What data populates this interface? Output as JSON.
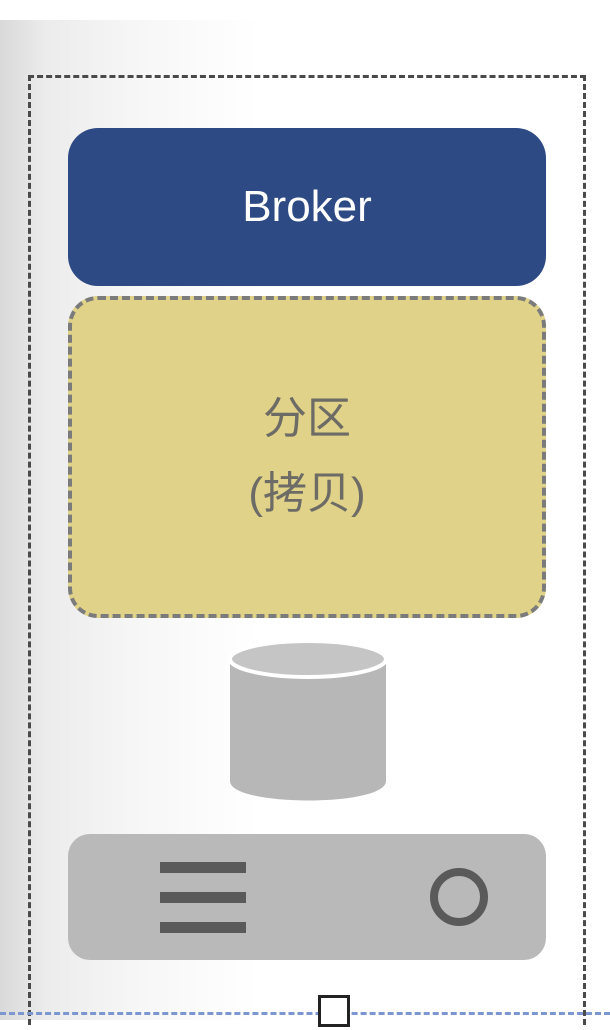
{
  "broker": {
    "label": "Broker"
  },
  "partition": {
    "line1": "分区",
    "line2": "(拷贝)"
  },
  "storage": {
    "icon": "database-icon"
  },
  "toolbar": {
    "menu_icon": "menu-icon",
    "circle_icon": "circle-icon"
  },
  "colors": {
    "broker_fill": "#2d4a84",
    "partition_fill": "#e0d288",
    "database_fill": "#b7b7b7",
    "toolbar_fill": "#b9b9b9",
    "icon_color": "#5a5a5a",
    "selection_line": "#7c97cf"
  }
}
